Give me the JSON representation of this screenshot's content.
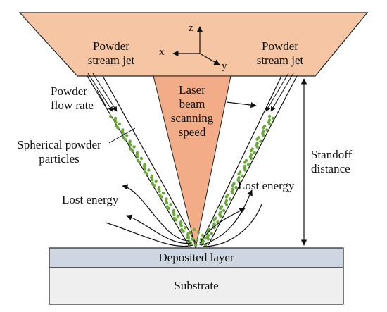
{
  "nozzle": {
    "left_jet": [
      "Powder",
      "stream jet"
    ],
    "right_jet": [
      "Powder",
      "stream jet"
    ]
  },
  "axes": {
    "z": "z",
    "x": "x",
    "y": "y"
  },
  "labels": {
    "flow_rate": [
      "Powder",
      "flow rate"
    ],
    "laser": [
      "Laser",
      "beam",
      "scanning",
      "speed"
    ],
    "particles": [
      "Spherical powder",
      "particles"
    ],
    "standoff": [
      "Standoff",
      "distance"
    ],
    "lost_energy_left": "Lost energy",
    "lost_energy_right": "Lost energy",
    "deposited_layer": "Deposited layer",
    "substrate": "Substrate"
  },
  "colors": {
    "nozzle_fill": "#f6c6a4",
    "laser_fill": "#f2ad88",
    "deposited_fill": "#ced7e1",
    "substrate_fill": "#efefef",
    "particle": "#6aaa3a"
  }
}
